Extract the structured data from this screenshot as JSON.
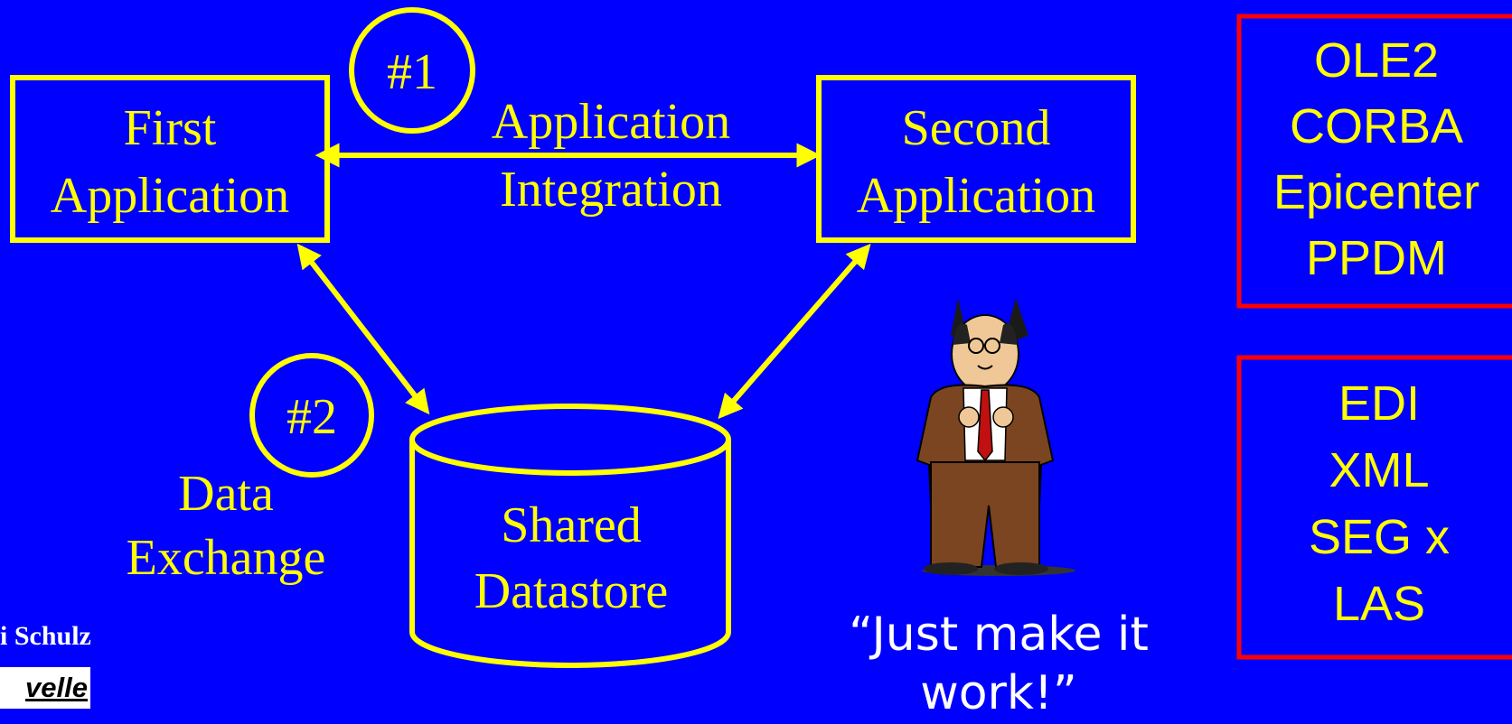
{
  "colors": {
    "background": "#0000ff",
    "line": "#ffff00",
    "text": "#ffff00",
    "listBorder": "#ff0000"
  },
  "nodes": {
    "first_app": [
      "First",
      "Application"
    ],
    "second_app": [
      "Second",
      "Application"
    ],
    "datastore": [
      "Shared",
      "Datastore"
    ]
  },
  "badges": {
    "one": "#1",
    "two": "#2"
  },
  "labels": {
    "app_integration": [
      "Application",
      "Integration"
    ],
    "data_exchange": [
      "Data",
      "Exchange"
    ]
  },
  "caption": [
    "“Just make it",
    "work!”"
  ],
  "lists": {
    "integration_standards": [
      "OLE2",
      "CORBA",
      "Epicenter",
      "PPDM"
    ],
    "data_formats": [
      "EDI",
      "XML",
      "SEG x",
      "LAS"
    ]
  },
  "footer": {
    "author": "i Schulz",
    "logo_text": "velle"
  },
  "icons": {
    "person": "cartoon-manager-icon",
    "arrow": "double-headed-arrow"
  }
}
